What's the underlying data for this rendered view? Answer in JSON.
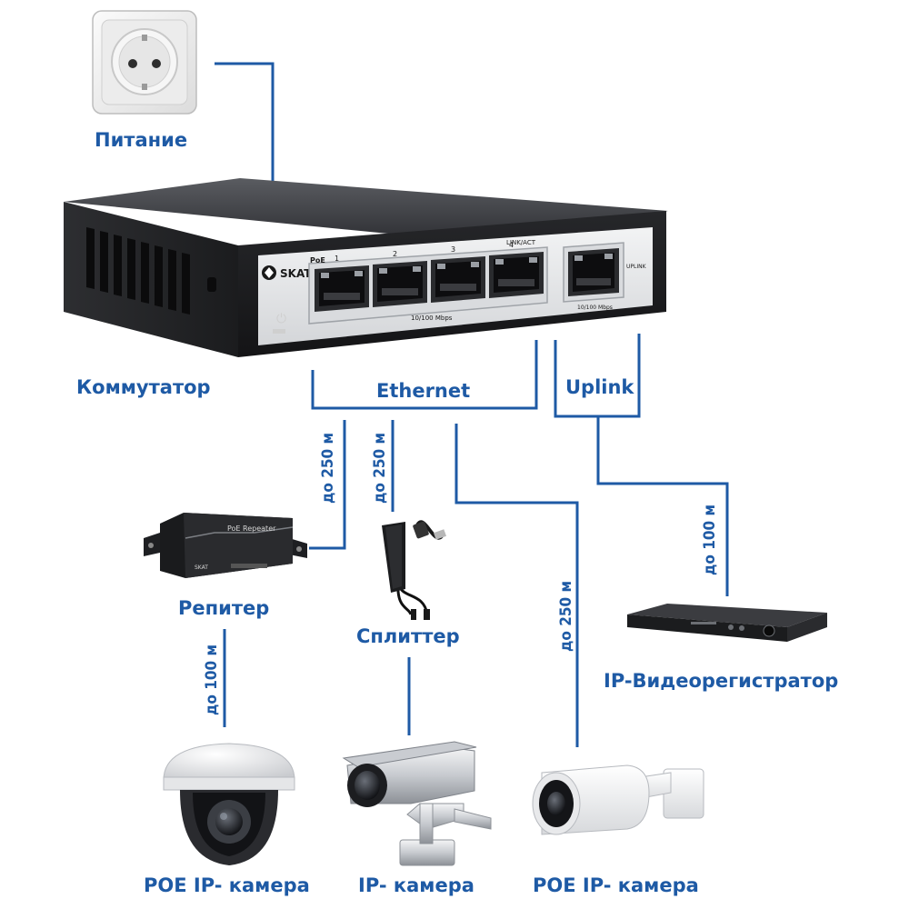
{
  "labels": {
    "power": "Питание",
    "switch": "Коммутатор",
    "ethernet": "Ethernet",
    "uplink": "Uplink",
    "repeater": "Репитер",
    "splitter": "Сплиттер",
    "nvr": "IP-Видеорегистратор",
    "cam_dome": "POE IP- камера",
    "cam_ip": "IP- камера",
    "cam_bullet": "POE IP- камера"
  },
  "distances": {
    "repeater": "до 250 м",
    "splitter": "до 250 м",
    "poe_cam": "до 250 м",
    "nvr": "до 100 м",
    "repeater_cam": "до 100 м"
  },
  "device_text": {
    "brand": "SKAT",
    "poe_tag": "PoE",
    "port_numbers": [
      "1",
      "2",
      "3",
      "4"
    ],
    "linkact": "LINK/ACT",
    "uplink_tag": "UPLINK",
    "speed_main": "10/100 Mbps",
    "speed_uplink": "10/100 Mbps",
    "repeater_name": "PoE Repeater",
    "repeater_brand": "SKAT"
  },
  "colors": {
    "accent": "#1e5aa5",
    "switch_body": "#2a2b2e",
    "panel": "#e9eaec"
  }
}
